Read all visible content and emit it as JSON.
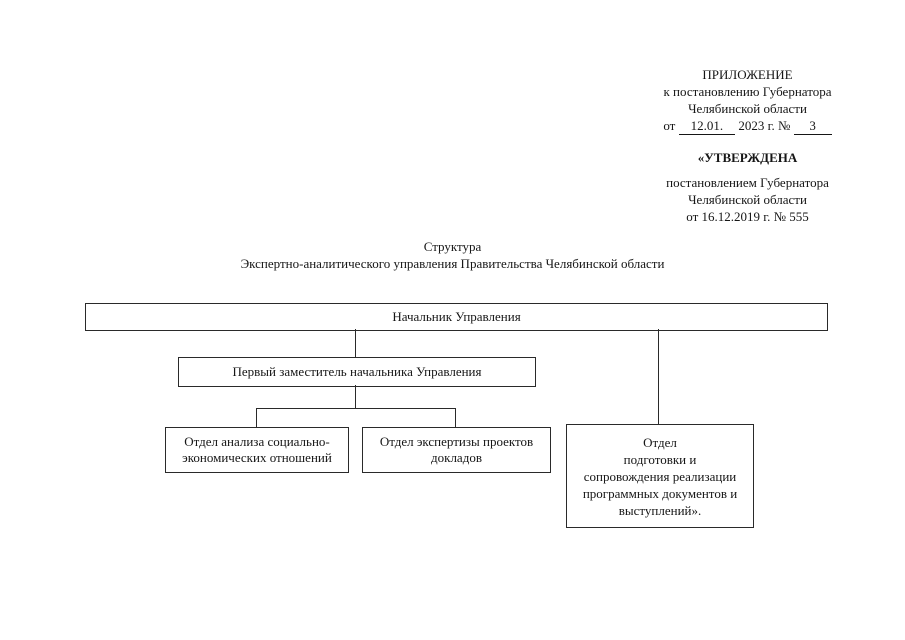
{
  "appendix_block": {
    "line1": "ПРИЛОЖЕНИЕ",
    "line2": "к постановлению Губернатора",
    "line3": "Челябинской области",
    "date_prefix": "от",
    "date_blank": "12.01.",
    "date_year": "2023 г. №",
    "date_number": "3"
  },
  "approval_block": {
    "line1": "«УТВЕРЖДЕНА",
    "line2": "постановлением Губернатора",
    "line3": "Челябинской области",
    "line4": "от 16.12.2019 г. № 555"
  },
  "doc_title": {
    "line1": "Структура",
    "line2": "Экспертно-аналитического управления Правительства Челябинской области"
  },
  "org_chart": {
    "head": "Начальник Управления",
    "first_deputy": "Первый заместитель начальника Управления",
    "dept_analysis": {
      "lines": [
        "Отдел анализа социально-",
        "экономических отношений"
      ]
    },
    "dept_expertise": {
      "lines": [
        "Отдел экспертизы проектов",
        "докладов"
      ]
    },
    "dept_support": {
      "lines": [
        "Отдел",
        "подготовки и",
        "сопровождения реализации",
        "программных документов и",
        "выступлений»."
      ]
    }
  }
}
